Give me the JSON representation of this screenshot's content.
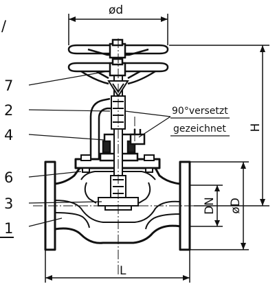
{
  "callouts": [
    "7",
    "2",
    "4",
    "6",
    "3",
    "1"
  ],
  "dimensions": {
    "handwheel_diameter": "ød",
    "height": "H",
    "length": "L",
    "nominal_diameter": "DN",
    "outer_diameter": "øD"
  },
  "note": {
    "line1": "90°versetzt",
    "line2": "gezeichnet"
  },
  "edge_mark": "/"
}
